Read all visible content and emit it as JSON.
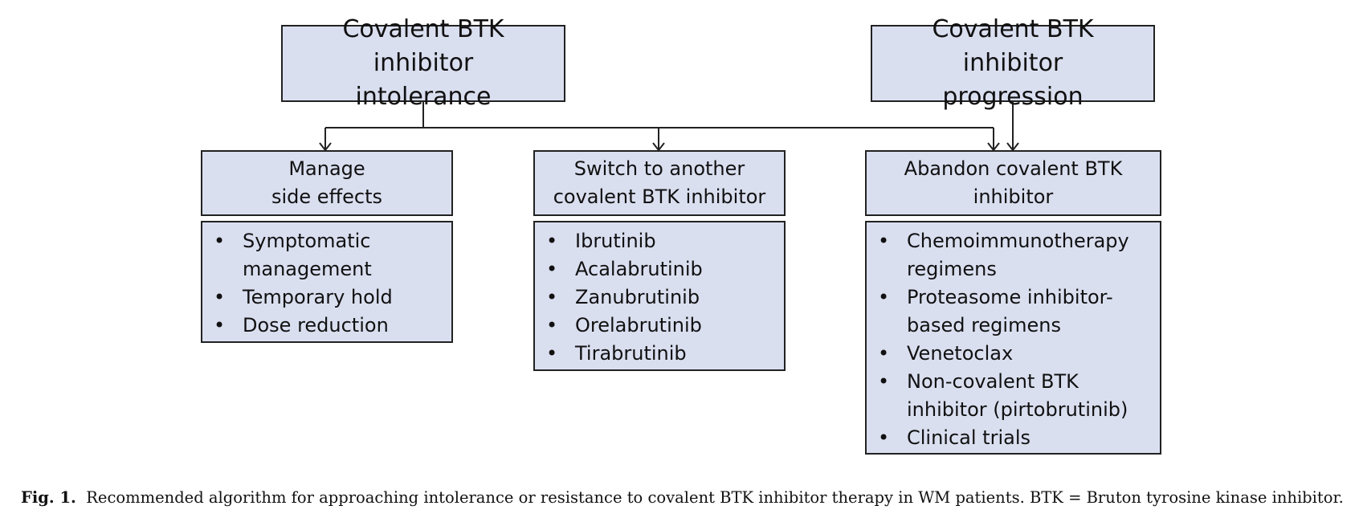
{
  "nodes": {
    "intolerance": {
      "line1": "Covalent BTK inhibitor",
      "line2": "intolerance"
    },
    "progression": {
      "line1": "Covalent BTK inhibitor",
      "line2": "progression"
    },
    "manage": {
      "line1": "Manage",
      "line2": "side effects",
      "items": [
        {
          "line1": "Symptomatic",
          "line2": "management"
        },
        {
          "line1": "Temporary hold",
          "line2": ""
        },
        {
          "line1": "Dose reduction",
          "line2": ""
        }
      ]
    },
    "switch": {
      "line1": "Switch to another",
      "line2": "covalent BTK inhibitor",
      "items": [
        "Ibrutinib",
        "Acalabrutinib",
        "Zanubrutinib",
        "Orelabrutinib",
        "Tirabrutinib"
      ]
    },
    "abandon": {
      "line1": "Abandon covalent BTK",
      "line2": "inhibitor",
      "items": [
        {
          "line1": "Chemoimmunotherapy",
          "line2": "regimens"
        },
        {
          "line1": "Proteasome inhibitor-",
          "line2": "based regimens"
        },
        {
          "line1": "Venetoclax",
          "line2": ""
        },
        {
          "line1": "Non-covalent BTK",
          "line2": "inhibitor (pirtobrutinib)"
        },
        {
          "line1": "Clinical trials",
          "line2": ""
        }
      ]
    }
  },
  "bullet_char": "•",
  "caption": {
    "label": "Fig. 1.",
    "text": "Recommended algorithm for approaching intolerance or resistance to covalent BTK inhibitor therapy in WM patients. BTK = Bruton tyrosine kinase inhibitor."
  },
  "colors": {
    "box_fill": "#dadff0",
    "border": "#222222",
    "connector": "#222222"
  }
}
